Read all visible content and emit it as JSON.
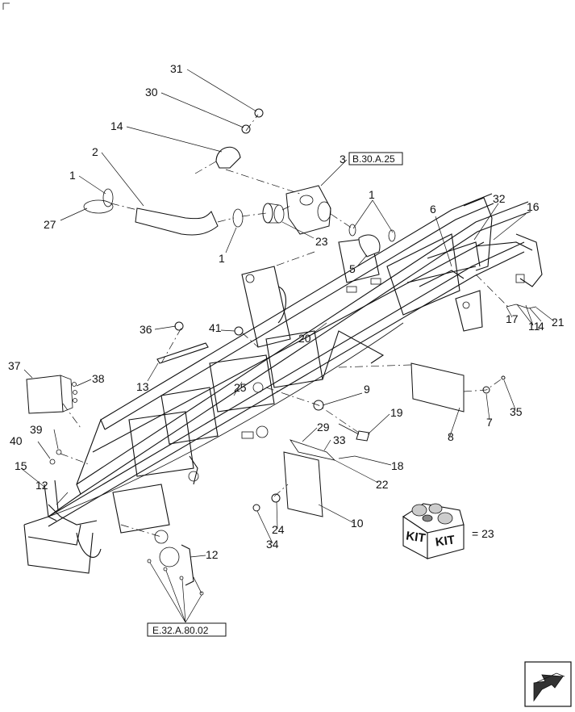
{
  "callouts": [
    "31",
    "30",
    "14",
    "2",
    "3",
    "1",
    "27",
    "23",
    "1",
    "1",
    "5",
    "6",
    "32",
    "16",
    "36",
    "41",
    "20",
    "13",
    "25",
    "9",
    "19",
    "37",
    "38",
    "39",
    "40",
    "15",
    "12",
    "29",
    "33",
    "18",
    "22",
    "10",
    "24",
    "34",
    "8",
    "7",
    "35",
    "17",
    "11",
    "4",
    "21",
    "12"
  ],
  "reference_boxes": {
    "top": "B.30.A.25",
    "bottom": "E.32.A.80.02"
  },
  "kit": {
    "label_left": "KIT",
    "label_right": "KIT",
    "equals_text": "= 23"
  },
  "icons": [
    "kit-box-icon",
    "page-turn-arrow-icon"
  ]
}
